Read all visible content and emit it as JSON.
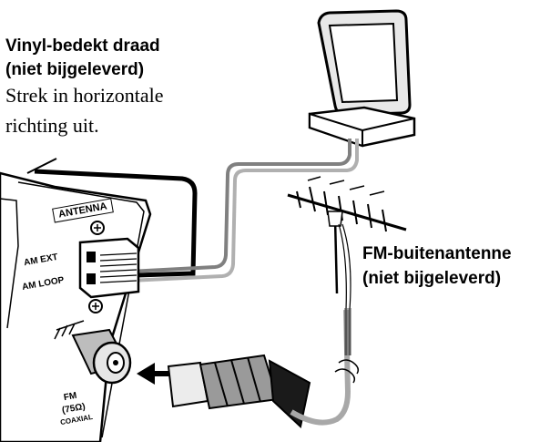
{
  "labels": {
    "vinyl_wire_title_1": "Vinyl-bedekt draad",
    "vinyl_wire_title_2": "(niet bijgeleverd)",
    "vinyl_wire_note_1": "Strek in horizontale",
    "vinyl_wire_note_2": "richting uit.",
    "fm_outdoor_1": "FM-buitenantenne",
    "fm_outdoor_2": "(niet bijgeleverd)"
  },
  "panel": {
    "antenna": "ANTENNA",
    "am_ext": "AM EXT",
    "am_loop": "AM LOOP",
    "fm_1": "FM",
    "fm_2": "(75Ω)",
    "fm_3": "COAXIAL"
  }
}
